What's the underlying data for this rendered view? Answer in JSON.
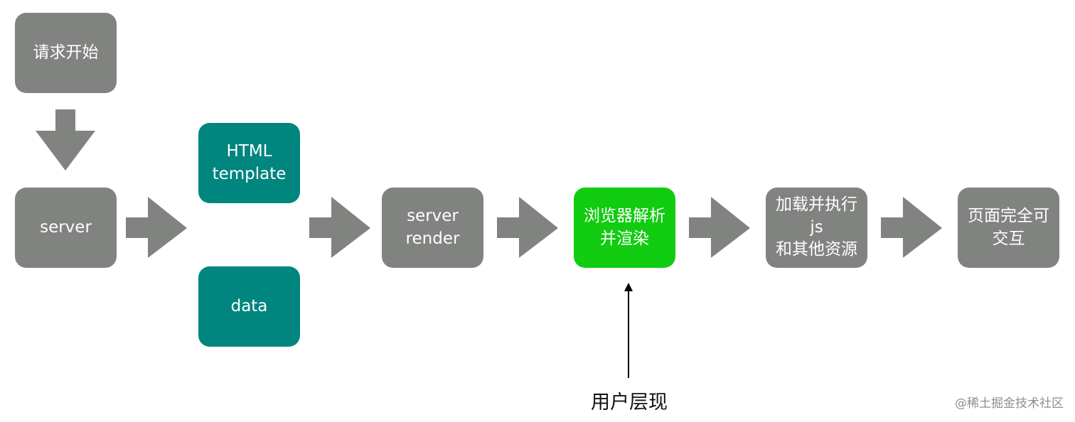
{
  "nodes": {
    "request_start": {
      "lines": [
        "请求开始"
      ]
    },
    "server": {
      "lines": [
        "server"
      ]
    },
    "html_template": {
      "lines": [
        "HTML",
        "template"
      ]
    },
    "data": {
      "lines": [
        "data"
      ]
    },
    "server_render": {
      "lines": [
        "server",
        "render"
      ]
    },
    "browser_parse_render": {
      "lines": [
        "浏览器解析",
        "并渲染"
      ]
    },
    "load_execute_js": {
      "lines": [
        "加载并执行js",
        "和其他资源"
      ]
    },
    "page_interactive": {
      "lines": [
        "页面完全可",
        "交互"
      ]
    }
  },
  "annotations": {
    "user_visible": "用户层现"
  },
  "watermark": "@稀土掘金技术社区",
  "colors": {
    "step_gray": "#818380",
    "input_teal": "#00857f",
    "highlight_green": "#11cc11",
    "arrow_gray": "#818380",
    "pointer_black": "#000000"
  }
}
